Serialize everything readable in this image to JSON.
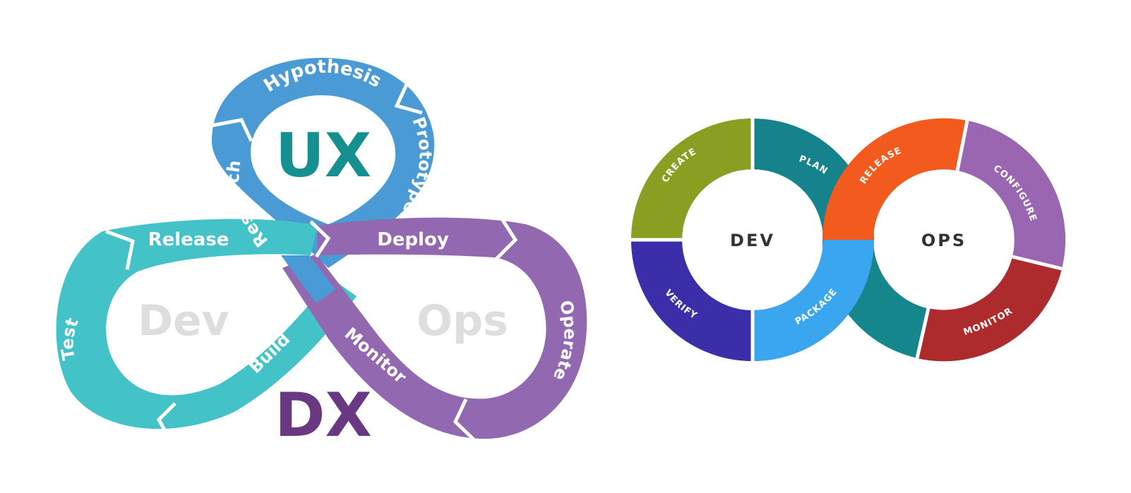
{
  "colors": {
    "teal": "#43c2c8",
    "blue": "#4a9ad6",
    "purple": "#9268b1",
    "ux_text": "#13908f",
    "dx_text": "#6a3783",
    "watermark": "#dedede",
    "create": "#8a9f22",
    "plan": "#16838c",
    "verify": "#3a2fa8",
    "package": "#3aa6f0",
    "release": "#f25b1d",
    "configure": "#9a66b1",
    "monitor": "#ad2a2d",
    "ops_teal": "#15868c",
    "hub_text": "#333333"
  },
  "left_diagram": {
    "ux_title": "UX",
    "dx_title": "DX",
    "dev_watermark": "Dev",
    "ops_watermark": "Ops",
    "labels": {
      "hypothesis": "Hypothesis",
      "prototype": "Prototype",
      "research": "Research",
      "release": "Release",
      "deploy": "Deploy",
      "test": "Test",
      "build": "Build",
      "monitor": "Monitor",
      "operate": "Operate"
    }
  },
  "right_diagram": {
    "dev_hub": "DEV",
    "ops_hub": "OPS",
    "labels": {
      "create": "CREATE",
      "plan": "PLAN",
      "verify": "VERIFY",
      "package": "PACKAGE",
      "release": "RELEASE",
      "configure": "CONFIGURE",
      "monitor": "MONITOR"
    }
  }
}
